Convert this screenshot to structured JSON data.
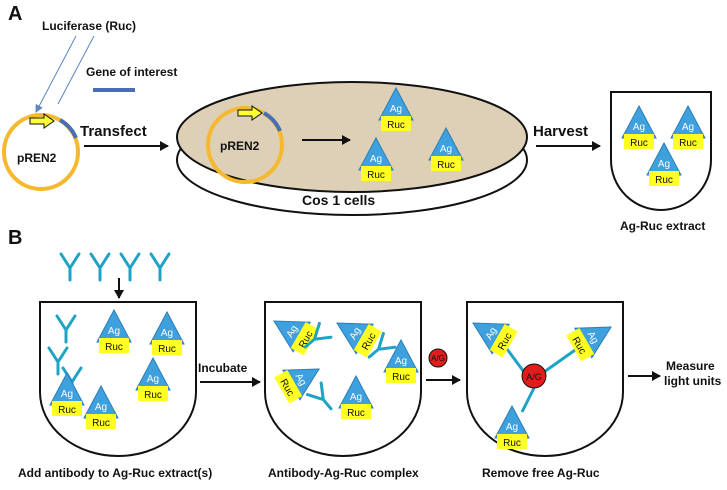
{
  "panel_a": {
    "letter": "A",
    "luciferase_label": "Luciferase (Ruc)",
    "gene_label": "Gene of interest",
    "plasmid_label": "pREN2",
    "transfect_label": "Transfect",
    "dish_plasmid_label": "pREN2",
    "cells_label": "Cos 1 cells",
    "harvest_label": "Harvest",
    "extract_label": "Ag-Ruc extract"
  },
  "panel_b": {
    "letter": "B",
    "incubate_label": "Incubate",
    "ag_bead_label": "A/G",
    "measure_label_line1": "Measure",
    "measure_label_line2": "light units",
    "step1_caption": "Add antibody to Ag-Ruc extract(s)",
    "step2_caption": "Antibody-Ag-Ruc complex",
    "step3_caption": "Remove free Ag-Ruc"
  },
  "construct": {
    "ag_text": "Ag",
    "ruc_text": "Ruc"
  },
  "colors": {
    "plasmid": "#f5b82e",
    "gene": "#4a6fb0",
    "arrow_yellow": "#ffff33",
    "antigen": "#3ea0dd",
    "ruc_box": "#ffff22",
    "antibody": "#1fa3c4",
    "bead": "#e01c1c",
    "dish": "#ddd0b6"
  }
}
